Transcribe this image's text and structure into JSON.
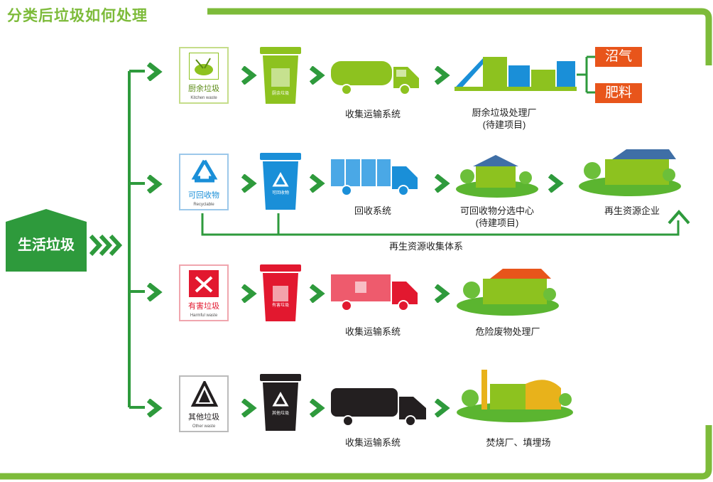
{
  "header": {
    "title": "分类后垃圾如何处理"
  },
  "source": {
    "label": "生活垃圾"
  },
  "rows": [
    {
      "id": "kitchen",
      "color": "#8dc21f",
      "sign_cn": "厨余垃圾",
      "sign_en": "Kitchen waste",
      "bin_label": "厨余垃圾",
      "transport": "收集运输系统",
      "facility": [
        "厨余垃圾处理厂",
        "(待建项目)"
      ],
      "outputs": [
        "沼气",
        "肥料"
      ]
    },
    {
      "id": "recyclable",
      "color": "#1a8fd8",
      "sign_cn": "可回收物",
      "sign_en": "Recyclable",
      "bin_label": "可回收物",
      "transport": "回收系统",
      "facility": [
        "可回收物分选中心",
        "(待建项目)"
      ],
      "final": "再生资源企业",
      "bypass": "再生资源收集体系"
    },
    {
      "id": "hazardous",
      "color": "#e2182f",
      "sign_cn": "有害垃圾",
      "sign_en": "Harmful waste",
      "bin_label": "有害垃圾",
      "transport": "收集运输系统",
      "facility": [
        "危险废物处理厂"
      ]
    },
    {
      "id": "other",
      "color": "#231f20",
      "sign_cn": "其他垃圾",
      "sign_en": "Other waste",
      "bin_label": "其他垃圾",
      "transport": "收集运输系统",
      "facility": [
        "焚烧厂、填埋场"
      ]
    }
  ],
  "accent": "#5bb530"
}
